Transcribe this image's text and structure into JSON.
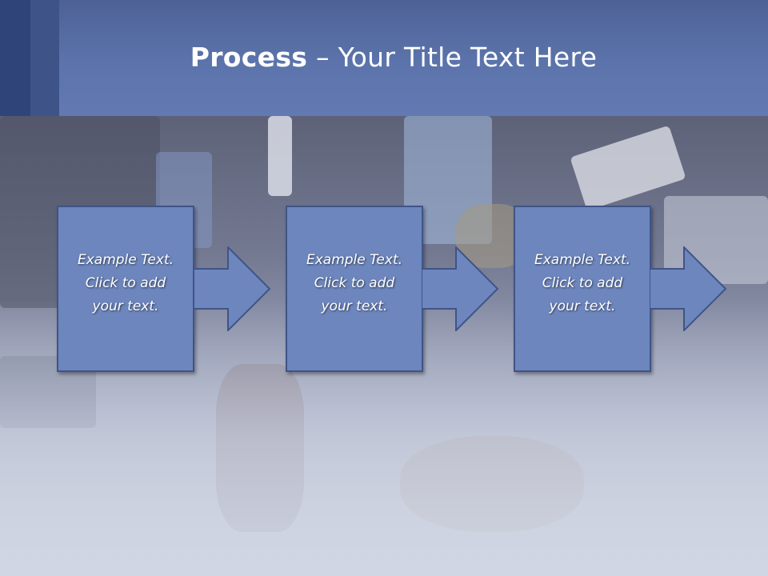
{
  "slide": {
    "title_bold": "Process",
    "title_rest": " – Your Title Text Here"
  },
  "process": {
    "steps": [
      {
        "line1": "Example Text.",
        "line2": "Click  to add",
        "line3": "your text."
      },
      {
        "line1": "Example Text.",
        "line2": "Click  to add",
        "line3": "your text."
      },
      {
        "line1": "Example Text.",
        "line2": "Click  to add",
        "line3": "your text."
      }
    ]
  },
  "colors": {
    "header": "#5c74ab",
    "box_fill": "#6d86bd",
    "box_border": "#3f5487"
  }
}
